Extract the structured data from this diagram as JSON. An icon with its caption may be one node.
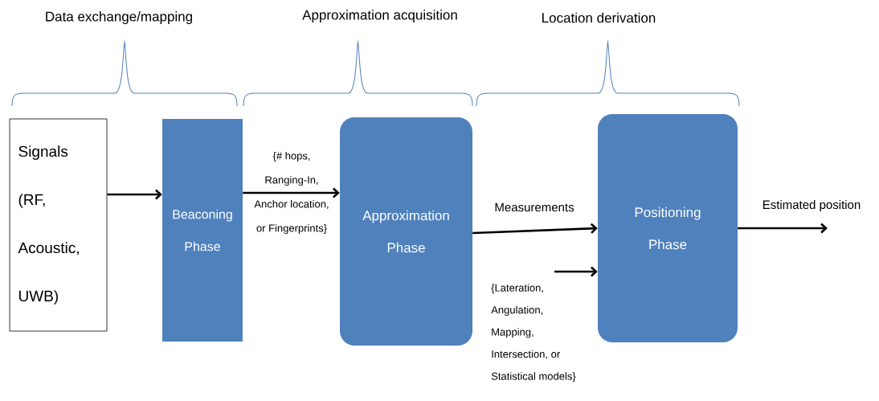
{
  "diagram": {
    "nodes": [
      {
        "text": [
          "Signals (RF, Acoustic, UWB)"
        ]
      },
      {
        "text": [
          "Beaconing Phase"
        ]
      },
      {
        "text": [
          "Approximation Phase"
        ]
      },
      {
        "text": [
          "Positioning Phase"
        ]
      }
    ],
    "edges": [
      {
        "from": 0,
        "to": 1,
        "arrow": "to"
      },
      {
        "from": 1,
        "to": 2,
        "arrow": "to",
        "label": "{# hops, Ranging-In, Anchor location, or Fingerprints}"
      },
      {
        "from": 2,
        "to": 3,
        "arrow": "to",
        "label": "Measurements"
      },
      {
        "from": null,
        "to": 3,
        "arrow": "to",
        "label": "{Lateration, Angulation, Mapping, Intersection, or Statistical models}"
      },
      {
        "from": 3,
        "to": null,
        "arrow": "to",
        "label": "Estimated position"
      }
    ],
    "labels": [
      "Data exchange/mapping",
      "Approximation acquisition",
      "Location derivation"
    ]
  }
}
